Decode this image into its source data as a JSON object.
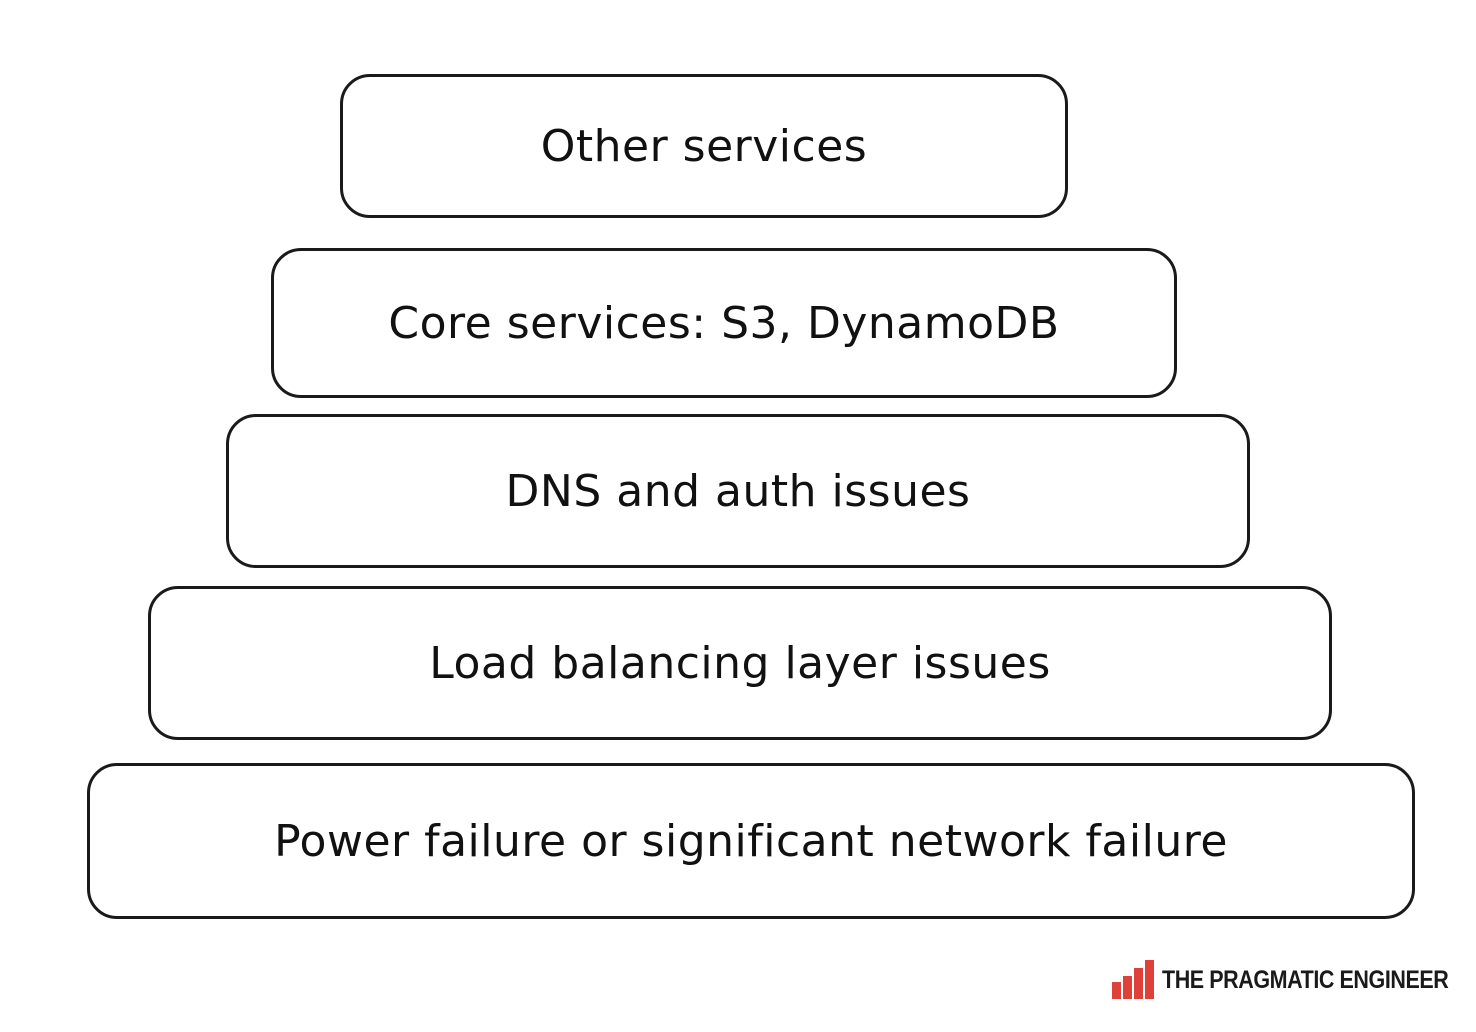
{
  "layers": [
    {
      "label": "Other services"
    },
    {
      "label": "Core services: S3, DynamoDB"
    },
    {
      "label": "DNS and auth issues"
    },
    {
      "label": "Load balancing layer issues"
    },
    {
      "label": "Power failure or significant network failure"
    }
  ],
  "brand": {
    "name": "THE PRAGMATIC ENGINEER",
    "logo_icon": "bar-chart-logo-icon",
    "logo_color": "#e0403a"
  },
  "colors": {
    "border": "#1a1a1a",
    "text": "#111111",
    "background": "#ffffff"
  }
}
